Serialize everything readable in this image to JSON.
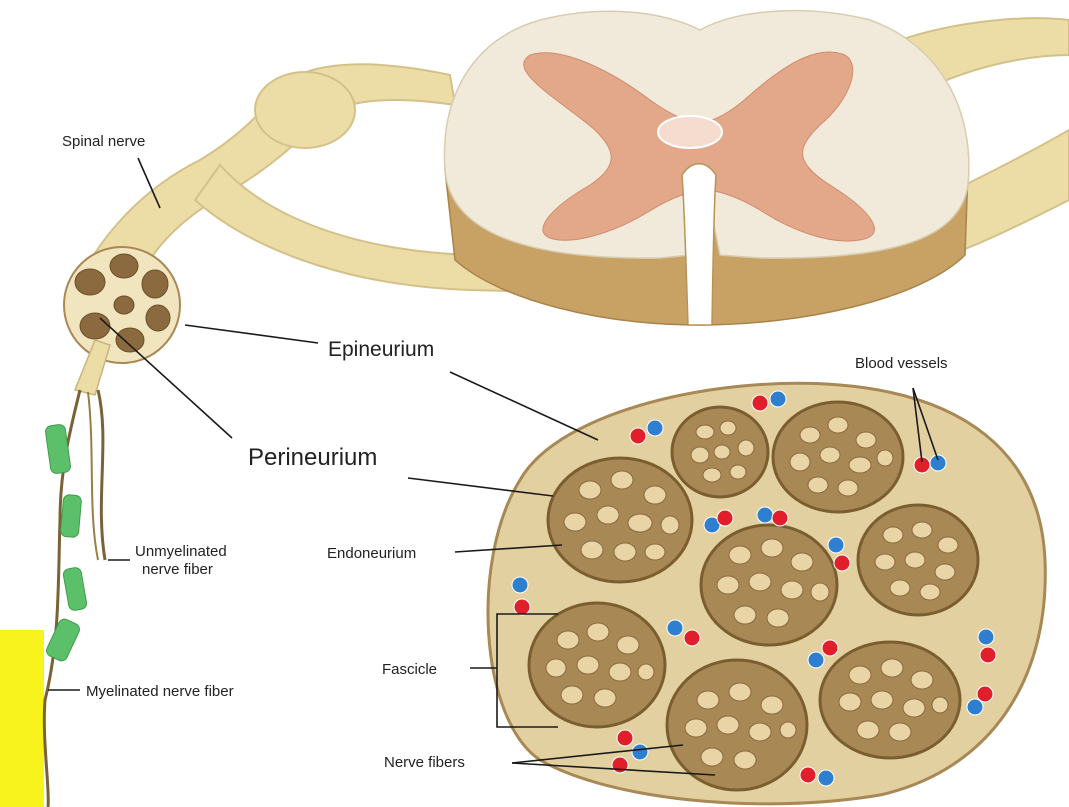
{
  "labels": {
    "spinal_nerve": "Spinal nerve",
    "epineurium": "Epineurium",
    "perineurium": "Perineurium",
    "blood_vessels": "Blood vessels",
    "unmyelinated_line1": "Unmyelinated",
    "unmyelinated_line2": "nerve fiber",
    "endoneurium": "Endoneurium",
    "fascicle": "Fascicle",
    "myelinated": "Myelinated nerve fiber",
    "nerve_fibers": "Nerve fibers"
  },
  "colors": {
    "nerve": "#ecdda6",
    "nerve_outline": "#c8b57a",
    "white_matter": "#f1eadb",
    "gray_matter": "#e3a78a",
    "cord_side": "#c8a264",
    "fascicle_fill": "#a88855",
    "fascicle_outline": "#7b5e30",
    "axon": "#e9d4a5",
    "cross_section": "#e3d0a0",
    "myelin": "#5cc06a",
    "artery": "#e01f2b",
    "vein": "#2e7fd0",
    "highlight": "#f8f21d"
  }
}
